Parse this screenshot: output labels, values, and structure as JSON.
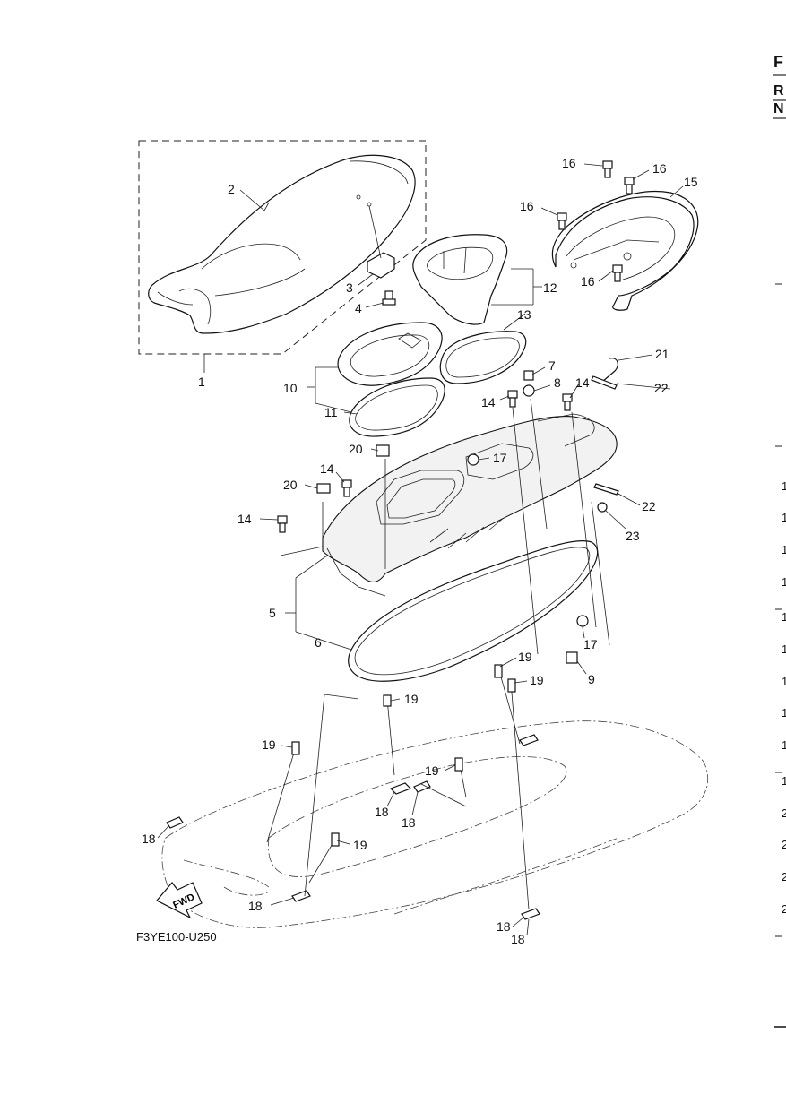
{
  "figure": {
    "reference_code": "F3YE100-U250",
    "fwd_label": "FWD",
    "edge_letters": [
      "F",
      "R",
      "N"
    ],
    "right_margin_items": [
      "1",
      "1",
      "1",
      "1",
      "1",
      "1",
      "1",
      "1",
      "1",
      "1",
      "2",
      "2",
      "2",
      "2"
    ]
  },
  "callouts": [
    {
      "id": "c1",
      "label": "1"
    },
    {
      "id": "c2",
      "label": "2"
    },
    {
      "id": "c3",
      "label": "3"
    },
    {
      "id": "c4",
      "label": "4"
    },
    {
      "id": "c5",
      "label": "5"
    },
    {
      "id": "c6",
      "label": "6"
    },
    {
      "id": "c7",
      "label": "7"
    },
    {
      "id": "c8",
      "label": "8"
    },
    {
      "id": "c9",
      "label": "9"
    },
    {
      "id": "c10",
      "label": "10"
    },
    {
      "id": "c11",
      "label": "11"
    },
    {
      "id": "c12",
      "label": "12"
    },
    {
      "id": "c13",
      "label": "13"
    },
    {
      "id": "c14a",
      "label": "14"
    },
    {
      "id": "c14b",
      "label": "14"
    },
    {
      "id": "c14c",
      "label": "14"
    },
    {
      "id": "c14d",
      "label": "14"
    },
    {
      "id": "c15",
      "label": "15"
    },
    {
      "id": "c16a",
      "label": "16"
    },
    {
      "id": "c16b",
      "label": "16"
    },
    {
      "id": "c16c",
      "label": "16"
    },
    {
      "id": "c16d",
      "label": "16"
    },
    {
      "id": "c17a",
      "label": "17"
    },
    {
      "id": "c17b",
      "label": "17"
    },
    {
      "id": "c18a",
      "label": "18"
    },
    {
      "id": "c18b",
      "label": "18"
    },
    {
      "id": "c18c",
      "label": "18"
    },
    {
      "id": "c18d",
      "label": "18"
    },
    {
      "id": "c18e",
      "label": "18"
    },
    {
      "id": "c18f",
      "label": "18"
    },
    {
      "id": "c19a",
      "label": "19"
    },
    {
      "id": "c19b",
      "label": "19"
    },
    {
      "id": "c19c",
      "label": "19"
    },
    {
      "id": "c19d",
      "label": "19"
    },
    {
      "id": "c19e",
      "label": "19"
    },
    {
      "id": "c19f",
      "label": "19"
    },
    {
      "id": "c20a",
      "label": "20"
    },
    {
      "id": "c20b",
      "label": "20"
    },
    {
      "id": "c21",
      "label": "21"
    },
    {
      "id": "c22a",
      "label": "22"
    },
    {
      "id": "c22b",
      "label": "22"
    },
    {
      "id": "c23",
      "label": "23"
    }
  ]
}
